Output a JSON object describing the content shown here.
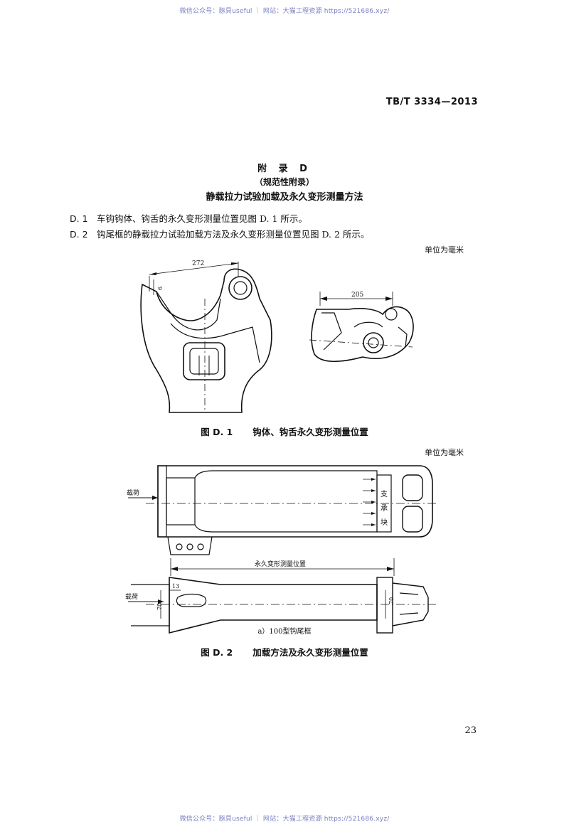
{
  "watermark_top": "微信公众号：豚貝useful ｜ 网站：大猫工程资源 https://521686.xyz/",
  "watermark_bottom": "微信公众号：豚貝useful ｜ 网站：大猫工程资源 https://521686.xyz/",
  "standard_number": "TB/T 3334—2013",
  "appendix": {
    "title": "附 录 D",
    "type": "（规范性附录）",
    "subtitle": "静载拉力试验加载及永久变形测量方法"
  },
  "clauses": [
    {
      "num": "D. 1",
      "text": "车钩钩体、钩舌的永久变形测量位置见图 D. 1 所示。"
    },
    {
      "num": "D. 2",
      "text": "钩尾框的静载拉力试验加载方法及永久变形测量位置见图 D. 2 所示。"
    }
  ],
  "unit_note_1": "单位为毫米",
  "unit_note_2": "单位为毫米",
  "figure1": {
    "dim_272": "272",
    "dim_6": "6",
    "dim_205": "205",
    "caption_num": "图 D. 1",
    "caption_text": "钩体、钩舌永久变形测量位置"
  },
  "figure2": {
    "load_label_1": "载荷",
    "load_label_2": "载荷",
    "block_label_1": "支",
    "block_label_2": "承",
    "block_label_3": "块",
    "measure_label": "永久变形测量位置",
    "dim_13": "13",
    "dim_70_left": "70",
    "dim_70_right": "70",
    "sub_caption": "a）100型钩尾框",
    "caption_num": "图 D. 2",
    "caption_text": "加载方法及永久变形测量位置"
  },
  "page_number": "23"
}
